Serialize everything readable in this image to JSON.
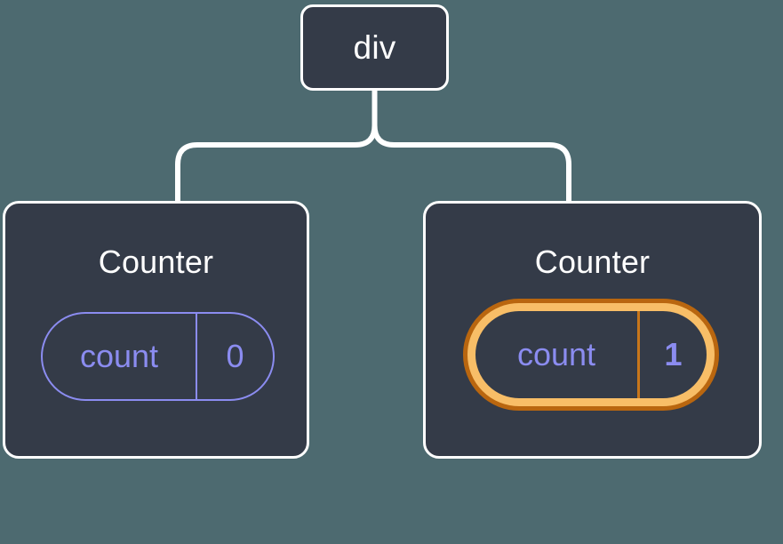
{
  "diagram": {
    "type": "component-tree",
    "background_color": "#4d6a70",
    "node_fill_color": "#343b48",
    "node_border_color": "#ffffff",
    "state_color": "#8b8cf0",
    "highlight_outer_color": "#b9660f",
    "highlight_inner_color": "#f8be67",
    "sparkle_color": "#f9c069"
  },
  "root": {
    "label": "div"
  },
  "children": [
    {
      "label": "Counter",
      "state": {
        "key": "count",
        "value": "0"
      },
      "highlighted": false
    },
    {
      "label": "Counter",
      "state": {
        "key": "count",
        "value": "1"
      },
      "highlighted": true
    }
  ],
  "icons": {
    "sparkle_large": "sparkle-icon",
    "sparkle_small": "sparkle-icon"
  }
}
